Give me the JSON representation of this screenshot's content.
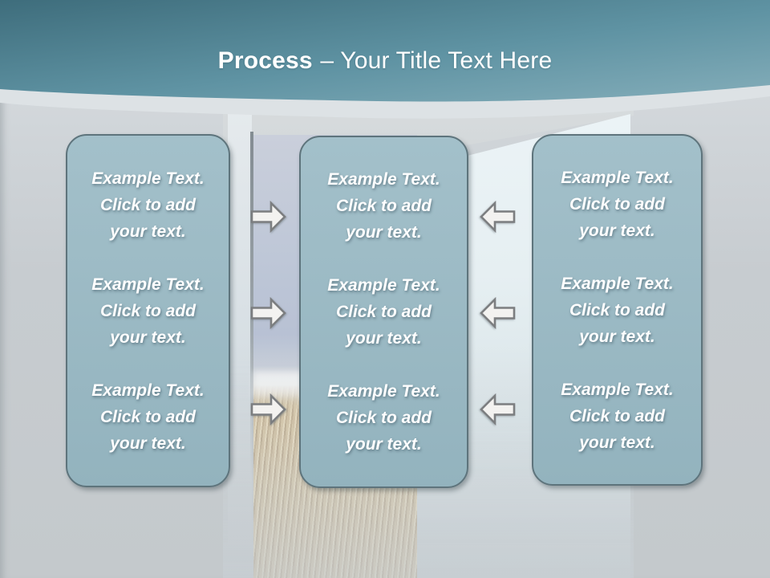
{
  "slide": {
    "type": "presentation-slide",
    "title": {
      "bold": "Process",
      "rest": "– Your Title Text Here"
    }
  },
  "boxes": [
    {
      "name": "process-box-left",
      "paragraphs": [
        "Example Text.\nClick  to add\nyour text.",
        "Example Text.\nClick  to add\nyour text.",
        "Example Text.\nClick  to add\nyour text."
      ]
    },
    {
      "name": "process-box-middle",
      "paragraphs": [
        "Example Text.\nClick  to add\nyour text.",
        "Example Text.\nClick  to add\nyour text.",
        "Example Text.\nClick  to add\nyour text."
      ]
    },
    {
      "name": "process-box-right",
      "paragraphs": [
        "Example Text.\nClick  to add\nyour text.",
        "Example Text.\nClick  to add\nyour text.",
        "Example Text.\nClick  to add\nyour text."
      ]
    }
  ],
  "arrows": {
    "between_left_and_middle": {
      "icon": "arrow-right-icon",
      "direction": "right",
      "count": 3
    },
    "between_right_and_middle": {
      "icon": "arrow-left-icon",
      "direction": "left",
      "count": 3
    }
  },
  "background": {
    "scene": "open door revealing sky and wheat field, washed out"
  },
  "colors": {
    "header_teal_dark": "#3e6d7c",
    "header_teal_light": "#85aeba",
    "header_band": "#dde2e5",
    "box_fill": "#9bbac4",
    "box_border": "#5e747c",
    "text_color": "#ffffff",
    "arrow_fill": "#f3f2f0",
    "arrow_stroke": "#7c7e80",
    "page_background": "#c6cbce"
  }
}
